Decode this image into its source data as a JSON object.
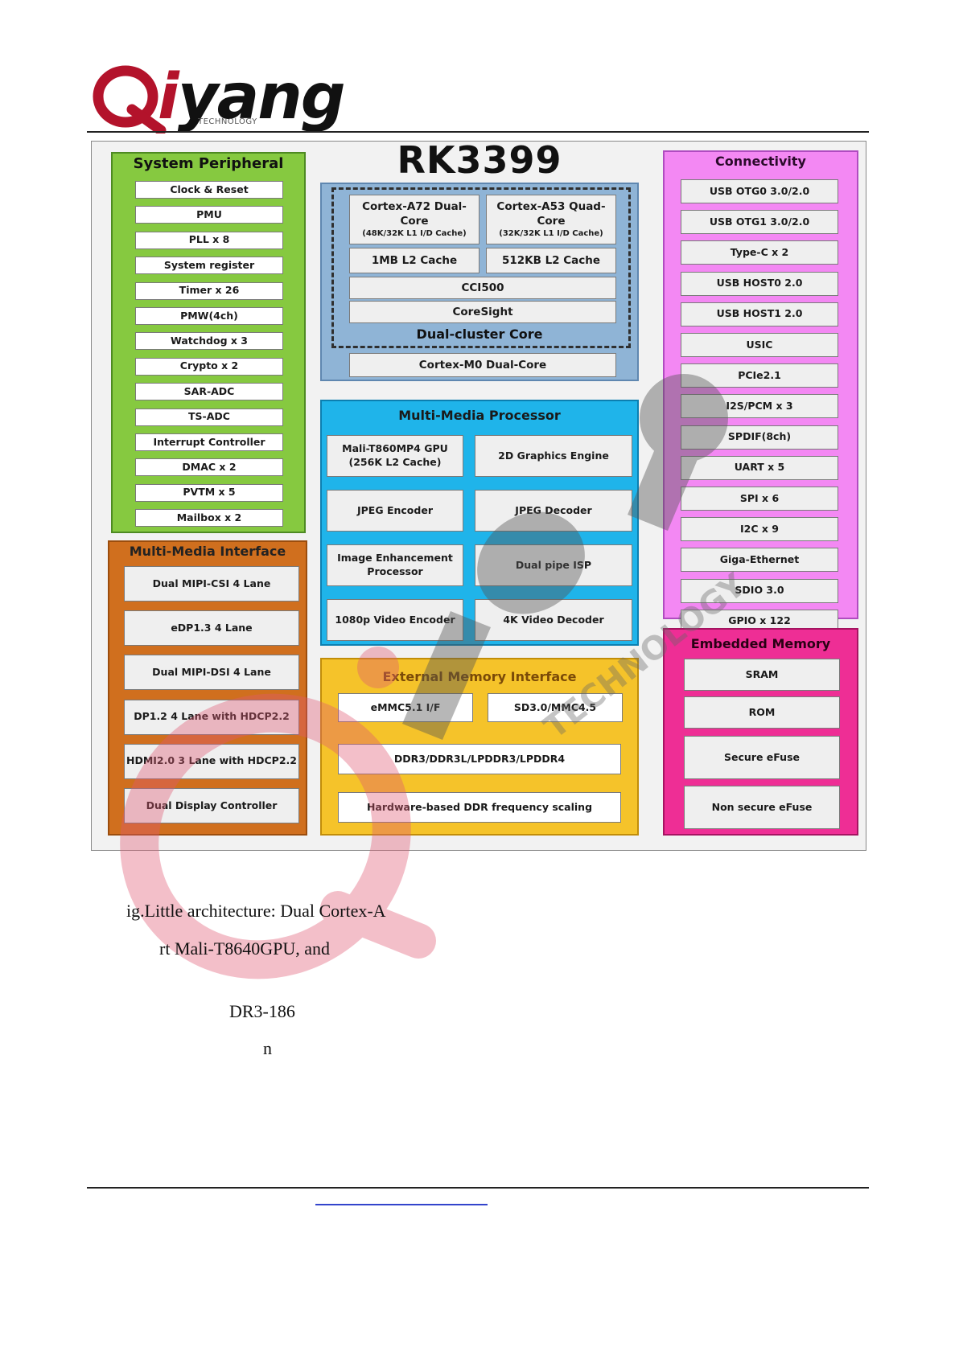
{
  "header": {
    "logo_word": "yang",
    "logo_i": "i",
    "logo_tagline": "TECHNOLOGY"
  },
  "diagram": {
    "chip_name": "RK3399",
    "system_peripheral": {
      "title": "System Peripheral",
      "items": [
        "Clock & Reset",
        "PMU",
        "PLL x 8",
        "System register",
        "Timer x 26",
        "PMW(4ch)",
        "Watchdog x 3",
        "Crypto x 2",
        "SAR-ADC",
        "TS-ADC",
        "Interrupt Controller",
        "DMAC x 2",
        "PVTM x 5",
        "Mailbox x 2"
      ]
    },
    "multimedia_interface": {
      "title": "Multi-Media Interface",
      "items": [
        "Dual MIPI-CSI 4 Lane",
        "eDP1.3 4 Lane",
        "Dual MIPI-DSI 4 Lane",
        "DP1.2 4 Lane with HDCP2.2",
        "HDMI2.0 3 Lane with HDCP2.2",
        "Dual Display Controller"
      ]
    },
    "cpu": {
      "title": "Dual-cluster Core",
      "a72": "Cortex-A72 Dual-Core",
      "a72_cache": "(48K/32K L1 I/D Cache)",
      "a53": "Cortex-A53 Quad-Core",
      "a53_cache": "(32K/32K L1 I/D Cache)",
      "l2_big": "1MB L2 Cache",
      "l2_little": "512KB L2 Cache",
      "cci": "CCI500",
      "coresight": "CoreSight",
      "m0": "Cortex-M0 Dual-Core"
    },
    "multimedia_processor": {
      "title": "Multi-Media Processor",
      "gpu": "Mali-T860MP4 GPU",
      "gpu_cache": "(256K L2 Cache)",
      "g2d": "2D Graphics Engine",
      "jpeg_enc": "JPEG Encoder",
      "jpeg_dec": "JPEG Decoder",
      "img_enh_1": "Image Enhancement",
      "img_enh_2": "Processor",
      "isp": "Dual pipe ISP",
      "venc": "1080p Video Encoder",
      "vdec": "4K Video  Decoder"
    },
    "external_memory": {
      "title": "External Memory Interface",
      "emmc": "eMMC5.1 I/F",
      "sd": "SD3.0/MMC4.5",
      "ddr": "DDR3/DDR3L/LPDDR3/LPDDR4",
      "dfs": "Hardware-based DDR frequency scaling"
    },
    "connectivity": {
      "title": "Connectivity",
      "items": [
        "USB OTG0 3.0/2.0",
        "USB OTG1 3.0/2.0",
        "Type-C x 2",
        "USB HOST0 2.0",
        "USB HOST1 2.0",
        "USIC",
        "PCIe2.1",
        "I2S/PCM x 3",
        "SPDIF(8ch)",
        "UART x 5",
        "SPI x 6",
        "I2C x 9",
        "Giga-Ethernet",
        "SDIO 3.0",
        "GPIO x 122"
      ]
    },
    "embedded_memory": {
      "title": "Embedded Memory",
      "items": [
        "SRAM",
        "ROM",
        "Secure eFuse",
        "Non secure eFuse"
      ]
    }
  },
  "body_text": {
    "line1": "ig.Little architecture: Dual Cortex-A",
    "line2": "rt  Mali-T8640GPU,  and",
    "line3": "DR3-186",
    "line4": "n"
  },
  "colors": {
    "brand_red": "#b3132b",
    "system_peripheral": "#86c940",
    "multimedia_interface": "#d06f1e",
    "cpu": "#8fb4d6",
    "multimedia_processor": "#1fb4ea",
    "external_memory": "#f5c32a",
    "connectivity": "#f388f3",
    "embedded_memory": "#ee2e95"
  }
}
